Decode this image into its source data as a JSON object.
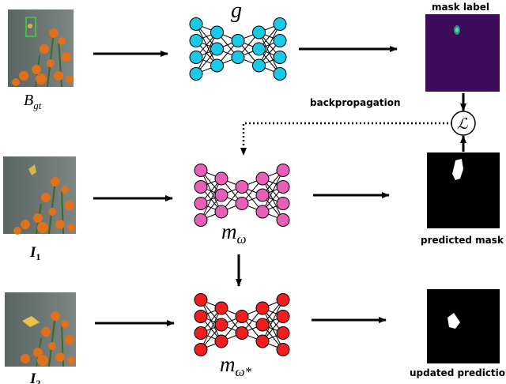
{
  "labels": {
    "b_gt": "B",
    "b_gt_sub": "gt",
    "i1": "I",
    "i1_sub": "1",
    "i2": "I",
    "i2_sub": "2",
    "g": "g",
    "m_omega": "m",
    "m_omega_sub": "ω",
    "m_omega_star": "m",
    "m_omega_star_sub": "ω*",
    "loss": "ℒ"
  },
  "captions": {
    "mask_label": "mask label",
    "backprop": "backpropagation",
    "predicted_mask": "predicted mask",
    "updated_prediction": "updated prediction"
  },
  "colors": {
    "net_g": "#19c9e6",
    "net_m": "#e85fb8",
    "net_m_star": "#f01e1e",
    "mask_label_bg": "#3d0c5a",
    "mask_label_blob": "#5fe08a"
  }
}
